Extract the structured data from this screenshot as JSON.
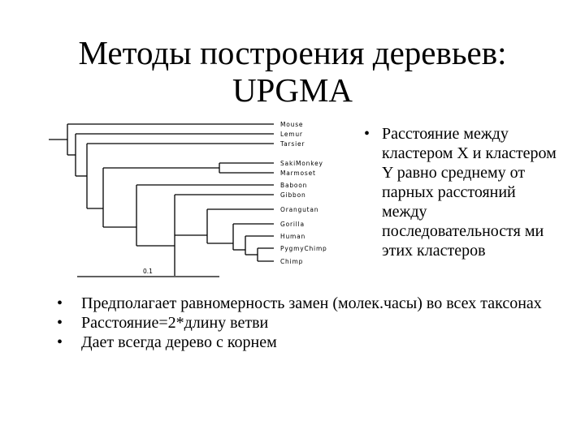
{
  "title": {
    "line1": "Методы построения деревьев:",
    "line2": "UPGMA"
  },
  "tree": {
    "taxa": [
      "Mouse",
      "Lemur",
      "Tarsier",
      "SakiMonkey",
      "Marmoset",
      "Baboon",
      "Gibbon",
      "Orangutan",
      "Gorilla",
      "Human",
      "PygmyChimp",
      "Chimp"
    ],
    "scale_label": "0.1"
  },
  "right_bullet": {
    "marker": "•",
    "text": "Расстояние между кластером X и кластером Y равно среднему от парных расстояний между последовательностя ми этих кластеров"
  },
  "bullets": [
    {
      "marker": "•",
      "text": "Предполагает равномерность замен (молек.часы) во всех таксонах"
    },
    {
      "marker": "•",
      "text": "Расстояние=2*длину ветви"
    },
    {
      "marker": "•",
      "text": "Дает всегда дерево с корнем"
    }
  ]
}
